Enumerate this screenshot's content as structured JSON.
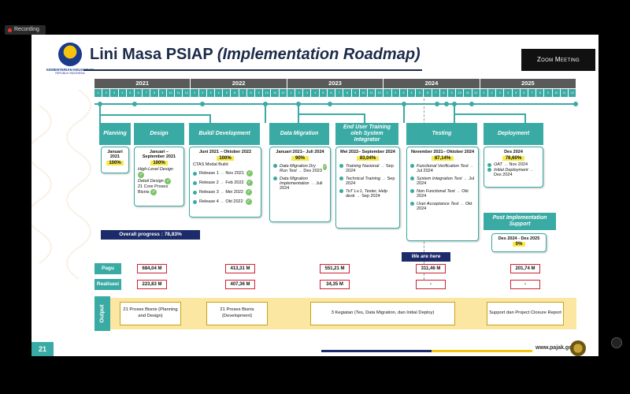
{
  "window": {
    "recording_label": "Recording",
    "zoom_label": "Zoom Meeting"
  },
  "header": {
    "title_plain": "Lini Masa PSIAP ",
    "title_italic": "(Implementation Roadmap)",
    "logo_text": "KEMENTERIAN KEUANGAN",
    "logo_subtext": "REPUBLIK INDONESIA"
  },
  "years": [
    "2021",
    "2022",
    "2023",
    "2024",
    "2025"
  ],
  "months": [
    "1",
    "2",
    "3",
    "4",
    "5",
    "6",
    "7",
    "8",
    "9",
    "10",
    "11",
    "12"
  ],
  "phases": [
    {
      "label": "Planning"
    },
    {
      "label": "Design"
    },
    {
      "label": "Build/ Development"
    },
    {
      "label": "Data Migration"
    },
    {
      "label": "End User Training oleh System Integrator"
    },
    {
      "label": "Testing"
    },
    {
      "label": "Deployment"
    },
    {
      "label": "Post Implementation Support"
    }
  ],
  "cards": {
    "planning": {
      "period": "Januari 2021",
      "pct": "100%"
    },
    "design": {
      "period": "Januari – September 2021",
      "pct": "100%",
      "items": [
        "High-Level Design",
        "Detail Design",
        "21 Core Proses Bisnis"
      ]
    },
    "build": {
      "period": "Juni 2021 – Oktober 2022",
      "pct": "100%",
      "sub": "CTAS Modal Build",
      "items": [
        {
          "name": "Release 1",
          "date": "Nov 2021"
        },
        {
          "name": "Release 2",
          "date": "Feb 2022"
        },
        {
          "name": "Release 3",
          "date": "Mei 2022"
        },
        {
          "name": "Release 4",
          "date": "Okt 2022"
        }
      ]
    },
    "migration": {
      "period": "Januari 2021– Juli 2024",
      "pct": "90%",
      "items": [
        {
          "name": "Data Migration Dry Run Test",
          "date": "Des 2023"
        },
        {
          "name": "Data Migration Implementation",
          "date": "Juli 2024"
        }
      ]
    },
    "training": {
      "period": "Mei 2022– September 2024",
      "pct": "83,04%",
      "items": [
        {
          "name": "Training Nasional",
          "date": "Sep 2024"
        },
        {
          "name": "Technical Training",
          "date": "Sep 2024"
        },
        {
          "name": "ToT Lv.1, Tester, Help desk",
          "date": "Sep 2024"
        }
      ]
    },
    "testing": {
      "period": "November 2021– Oktober 2024",
      "pct": "87,14%",
      "items": [
        {
          "name": "Functional Verification Test",
          "date": "Jul 2024"
        },
        {
          "name": "System Integration Test",
          "date": "Jul 2024"
        },
        {
          "name": "Non Functional Test",
          "date": "Okt 2024"
        },
        {
          "name": "User Acceptance Test",
          "date": "Okt 2024"
        }
      ]
    },
    "deployment": {
      "period": "Des 2024",
      "pct": "76,60%",
      "items": [
        {
          "name": "OAT",
          "date": "Nov 2024"
        },
        {
          "name": "Initial Deployment",
          "date": "Des 2024"
        }
      ]
    },
    "post": {
      "period": "Des 2024 - Des 2025",
      "pct": "0%"
    }
  },
  "progress": {
    "label": "Overall progress : 78,83%"
  },
  "we_are_here": "We are here",
  "finance": {
    "pagu_label": "Pagu",
    "realisasi_label": "Realisasi",
    "pagu": [
      "684,04 M",
      "413,31 M",
      "551,21 M",
      "311,46 M",
      "201,74 M"
    ],
    "realisasi": [
      "223,83 M",
      "407,36 M",
      "34,35 M",
      "-",
      "-"
    ]
  },
  "output": {
    "label": "Output",
    "items": [
      "21 Proses Bisnis (Planning and Design)",
      "21 Proses Bisnis (Development)",
      "3 Kegiatan (Tes, Data Migration, dan Initial Deploy)",
      "Support dan Project Closure Report"
    ]
  },
  "footer": {
    "page": "21",
    "site": "www.pajak.go.id"
  },
  "colors": {
    "teal": "#3aaaa4",
    "navy": "#1c2b6a",
    "yellow": "#f7e94b",
    "red_border": "#c23"
  }
}
